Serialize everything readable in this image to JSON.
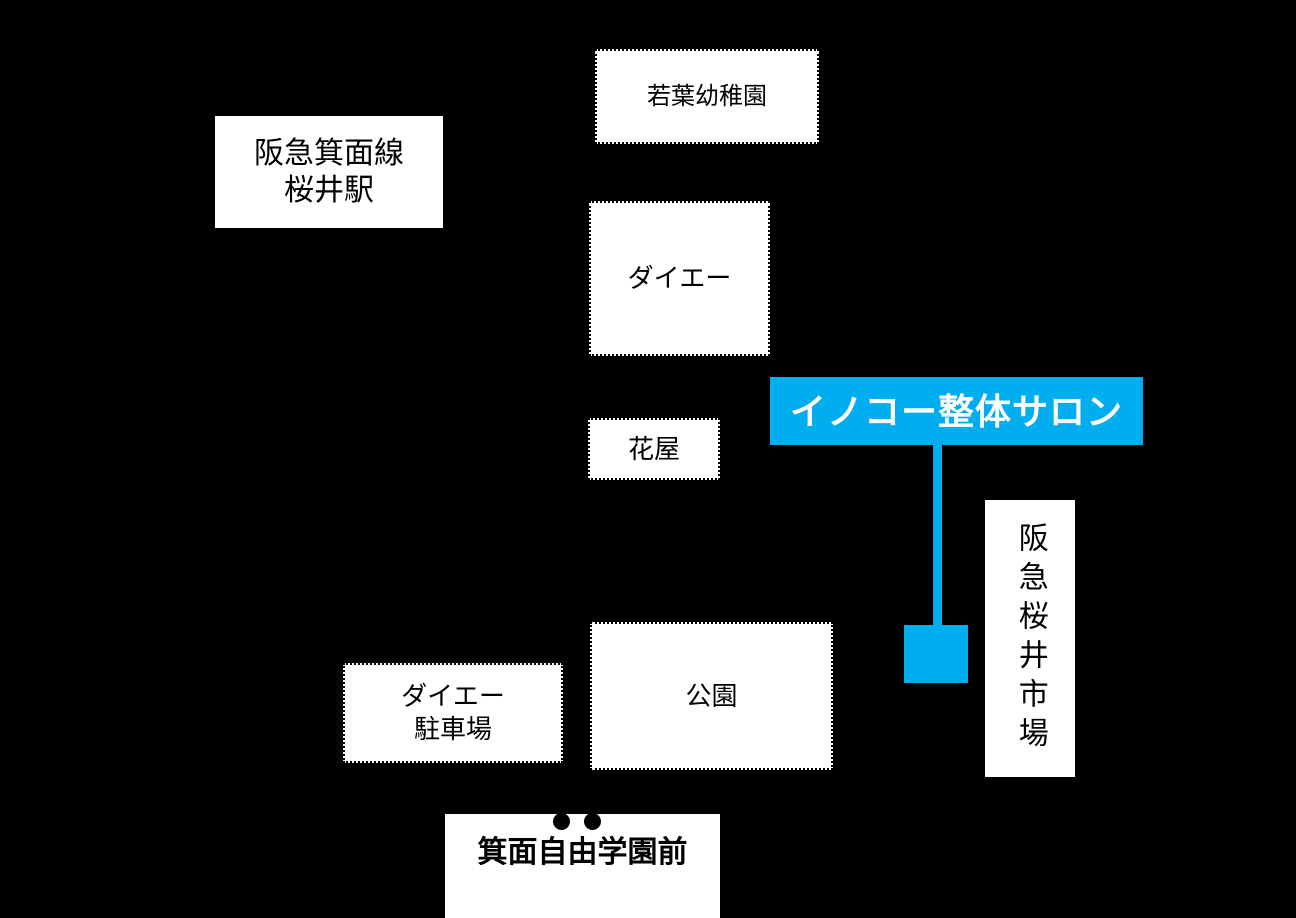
{
  "colors": {
    "background": "#000000",
    "box_fill": "#FFFFFF",
    "box_border": "#000000",
    "text": "#000000",
    "highlight": "#00AEEF",
    "highlight_text": "#FFFFFF"
  },
  "map": {
    "locations": {
      "kindergarten": {
        "label": "若葉幼稚園"
      },
      "station": {
        "line1": "阪急箕面線",
        "line2": "桜井駅"
      },
      "daiei": {
        "label": "ダイエー"
      },
      "flower_shop": {
        "label": "花屋"
      },
      "salon": {
        "label": "イノコー整体サロン"
      },
      "market": {
        "label": "阪急桜井市場"
      },
      "park": {
        "label": "公園"
      },
      "daiei_parking": {
        "line1": "ダイエー",
        "line2": "駐車場"
      },
      "bus_stop": {
        "label": "箕面自由学園前"
      }
    }
  }
}
